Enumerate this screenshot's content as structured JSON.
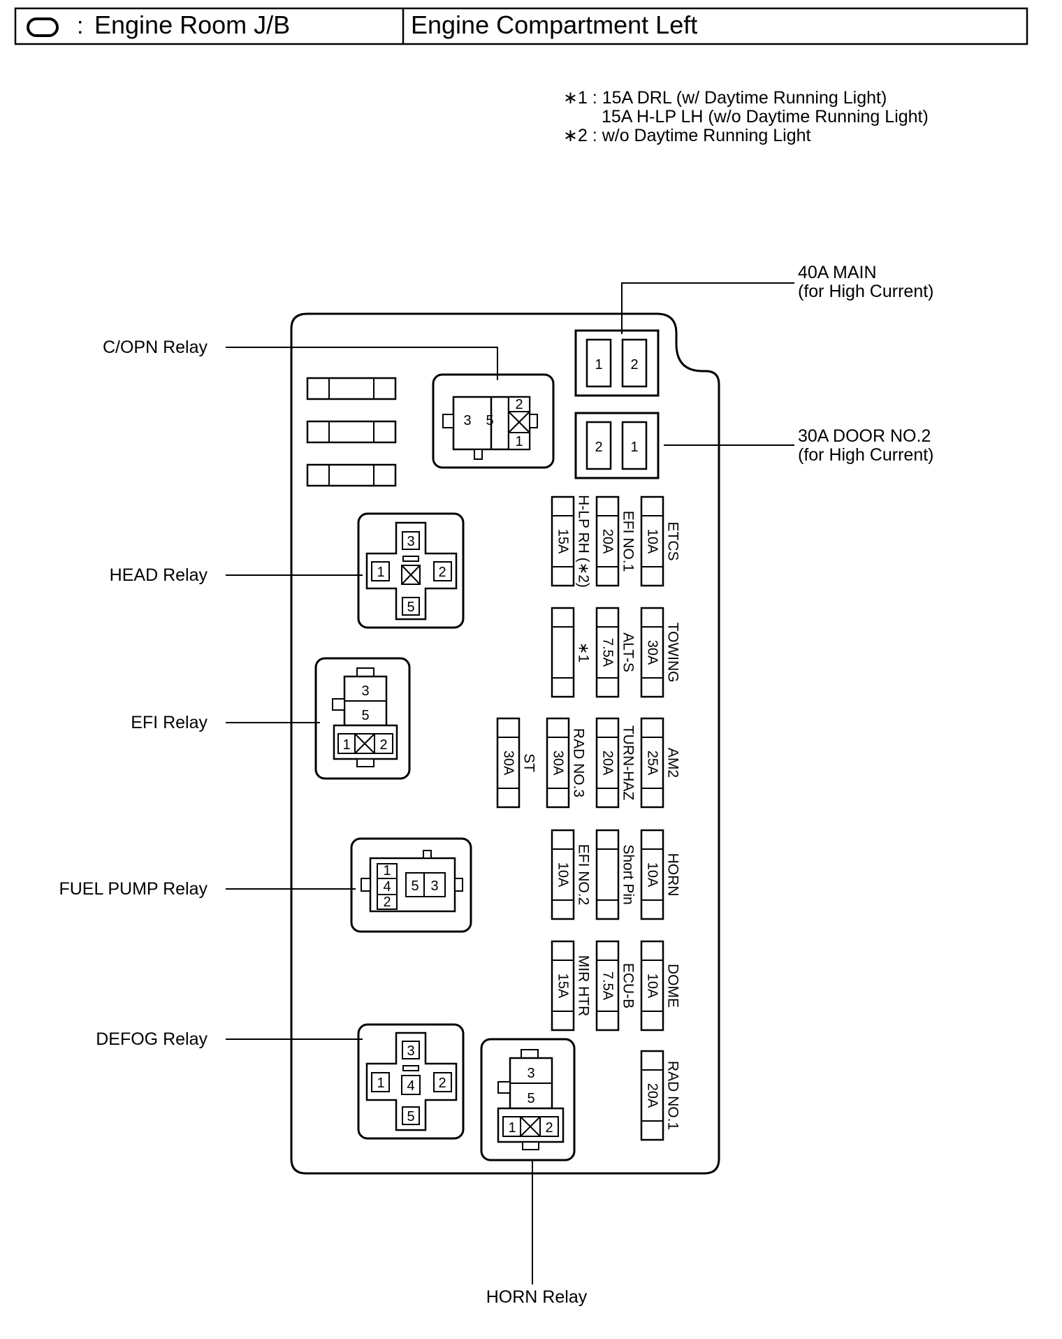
{
  "header": {
    "separator": ":",
    "title": "Engine Room J/B",
    "location": "Engine Compartment Left"
  },
  "notes": [
    "∗1 : 15A DRL (w/ Daytime Running Light)",
    "15A H-LP LH (w/o Daytime Running Light)",
    "∗2 : w/o Daytime Running Light"
  ],
  "callouts": {
    "main": [
      "40A MAIN",
      "(for High Current)"
    ],
    "door": [
      "30A DOOR NO.2",
      "(for High Current)"
    ],
    "copn": "C/OPN Relay",
    "head": "HEAD Relay",
    "efi": "EFI Relay",
    "fuelpump": "FUEL PUMP Relay",
    "defog": "DEFOG Relay",
    "horn": "HORN Relay"
  },
  "high_current": {
    "main_pins": [
      "1",
      "2"
    ],
    "door_pins": [
      "2",
      "1"
    ]
  },
  "relays": {
    "copn": [
      "3",
      "5",
      "2",
      "1"
    ],
    "head": [
      "3",
      "1",
      "2",
      "5"
    ],
    "efi": [
      "3",
      "5",
      "1",
      "2"
    ],
    "fuelpump": [
      "1",
      "4",
      "2",
      "5",
      "3"
    ],
    "defog": [
      "3",
      "1",
      "4",
      "2",
      "5"
    ],
    "horn": [
      "3",
      "5",
      "1",
      "2"
    ]
  },
  "fuses": [
    {
      "amp": "15A",
      "name": "H-LP RH (∗2)"
    },
    {
      "amp": "20A",
      "name": "EFI NO.1"
    },
    {
      "amp": "10A",
      "name": "ETCS"
    },
    {
      "amp": "",
      "name": "∗1"
    },
    {
      "amp": "7.5A",
      "name": "ALT-S"
    },
    {
      "amp": "30A",
      "name": "TOWING"
    },
    {
      "amp": "30A",
      "name": "ST"
    },
    {
      "amp": "30A",
      "name": "RAD NO.3"
    },
    {
      "amp": "20A",
      "name": "TURN-HAZ"
    },
    {
      "amp": "25A",
      "name": "AM2"
    },
    {
      "amp": "10A",
      "name": "EFI NO.2"
    },
    {
      "amp": "",
      "name": "Short Pin"
    },
    {
      "amp": "10A",
      "name": "HORN"
    },
    {
      "amp": "15A",
      "name": "MIR HTR"
    },
    {
      "amp": "7.5A",
      "name": "ECU-B"
    },
    {
      "amp": "10A",
      "name": "DOME"
    },
    {
      "amp": "20A",
      "name": "RAD NO.1"
    }
  ]
}
